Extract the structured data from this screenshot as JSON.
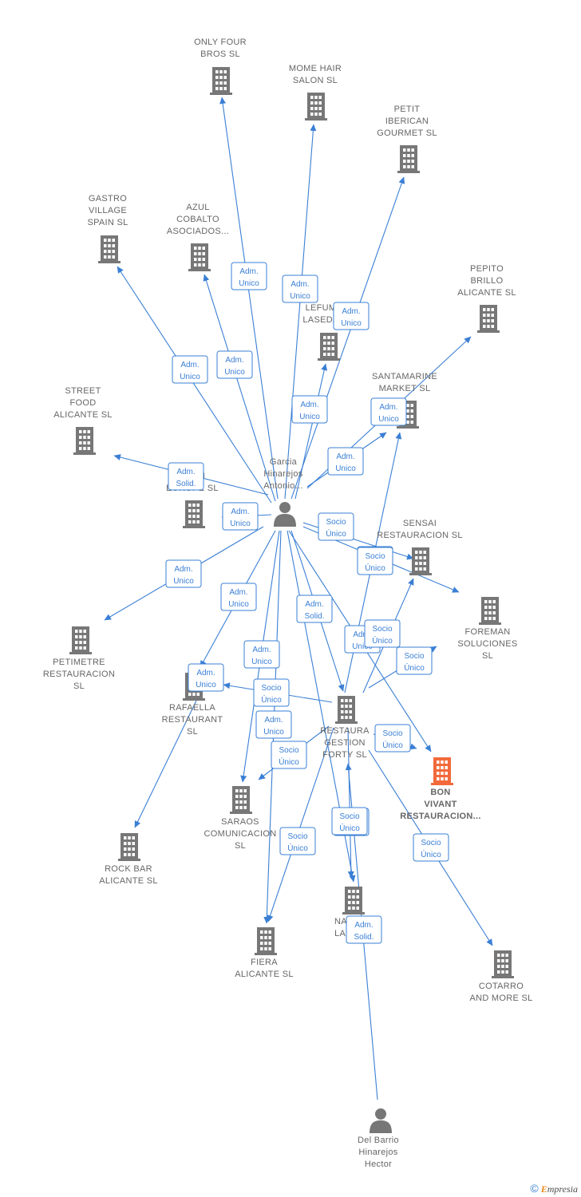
{
  "colors": {
    "edge": "#3a7fd5",
    "node": "#777777",
    "highlight": "#f26a3b",
    "label": "#666666"
  },
  "persons": [
    {
      "id": "garcia",
      "name": "person-garcia-hinarejos",
      "lines": [
        "Garcia",
        "Hinarejos",
        "Antonio..."
      ],
      "icon": "person-icon"
    },
    {
      "id": "delbarrio",
      "name": "person-del-barrio-hinarejos",
      "lines": [
        "Del Barrio",
        "Hinarejos",
        "Hector"
      ],
      "icon": "person-icon"
    }
  ],
  "companies": [
    {
      "id": "onlyfour",
      "name": "company-only-four-bros",
      "lines": [
        "ONLY FOUR",
        "BROS  SL"
      ]
    },
    {
      "id": "mome",
      "name": "company-mome-hair-salon",
      "lines": [
        "MOME HAIR",
        "SALON  SL"
      ]
    },
    {
      "id": "petit",
      "name": "company-petit-iberican-gourmet",
      "lines": [
        "PETIT",
        "IBERICAN",
        "GOURMET SL"
      ]
    },
    {
      "id": "gastro",
      "name": "company-gastro-village-spain",
      "lines": [
        "GASTRO",
        "VILLAGE",
        "SPAIN  SL"
      ]
    },
    {
      "id": "azul",
      "name": "company-azul-cobalto-asociados",
      "lines": [
        "AZUL",
        "COBALTO",
        "ASOCIADOS..."
      ]
    },
    {
      "id": "pepito",
      "name": "company-pepito-brillo-alicante",
      "lines": [
        "PEPITO",
        "BRILLO",
        "ALICANTE  SL"
      ]
    },
    {
      "id": "lefum",
      "name": "company-lefum-laseda",
      "lines": [
        "LEFUM",
        "LASEDA"
      ]
    },
    {
      "id": "santamarine",
      "name": "company-santamarine-market",
      "lines": [
        "SANTAMARINE",
        "MARKET  SL"
      ]
    },
    {
      "id": "streetfood",
      "name": "company-street-food-alicante",
      "lines": [
        "STREET",
        "FOOD",
        "ALICANTE  SL"
      ]
    },
    {
      "id": "gori",
      "name": "company-gori-europe",
      "lines": [
        "G      ORI",
        "EUROPE  SL"
      ]
    },
    {
      "id": "sensai",
      "name": "company-sensai-restauracion",
      "lines": [
        "SENSAI",
        "RESTAURACION SL"
      ]
    },
    {
      "id": "foreman",
      "name": "company-foreman-soluciones",
      "lines": [
        "FOREMAN",
        "SOLUCIONES",
        "SL"
      ]
    },
    {
      "id": "petimetre",
      "name": "company-petimetre-restauracion",
      "lines": [
        "PETIMETRE",
        "RESTAURACION",
        "SL"
      ]
    },
    {
      "id": "rafaella",
      "name": "company-rafaella-restaurant",
      "lines": [
        "RAFAELLA",
        "RESTAURANT",
        "SL"
      ]
    },
    {
      "id": "restaura",
      "name": "company-restaura-gestion-forty",
      "lines": [
        "RESTAURA",
        "GESTION",
        "FORTY SL"
      ]
    },
    {
      "id": "bonvivant",
      "name": "company-bon-vivant-restauracion",
      "lines": [
        "BON",
        "VIVANT",
        "RESTAURACION..."
      ],
      "highlight": true
    },
    {
      "id": "saraos",
      "name": "company-saraos-comunicacion",
      "lines": [
        "SARAOS",
        "COMUNICACION",
        "SL"
      ]
    },
    {
      "id": "rockbar",
      "name": "company-rock-bar-alicante",
      "lines": [
        "ROCK BAR",
        "ALICANTE  SL"
      ]
    },
    {
      "id": "natlas",
      "name": "company-natlas",
      "lines": [
        "NAT",
        "LAS"
      ]
    },
    {
      "id": "fiera",
      "name": "company-fiera-alicante",
      "lines": [
        "FIERA",
        "ALICANTE  SL"
      ]
    },
    {
      "id": "cotarro",
      "name": "company-cotarro-and-more",
      "lines": [
        "COTARRO",
        "AND MORE  SL"
      ]
    }
  ],
  "edges": [
    {
      "from": "garcia",
      "to": "onlyfour",
      "label": [
        "Adm.",
        "Unico"
      ]
    },
    {
      "from": "garcia",
      "to": "mome",
      "label": [
        "Adm.",
        "Unico"
      ]
    },
    {
      "from": "garcia",
      "to": "petit",
      "label": [
        "Adm.",
        "Unico"
      ]
    },
    {
      "from": "garcia",
      "to": "gastro",
      "label": [
        "Adm.",
        "Unico"
      ]
    },
    {
      "from": "garcia",
      "to": "azul",
      "label": [
        "Adm.",
        "Unico"
      ]
    },
    {
      "from": "garcia",
      "to": "pepito",
      "label": [
        "Adm.",
        "Unico"
      ]
    },
    {
      "from": "garcia",
      "to": "lefum",
      "label": [
        "Adm.",
        "Unico"
      ]
    },
    {
      "from": "garcia",
      "to": "santamarine",
      "label": [
        "Adm.",
        "Unico"
      ]
    },
    {
      "from": "garcia",
      "to": "streetfood",
      "label": [
        "Adm.",
        "Solid."
      ]
    },
    {
      "from": "garcia",
      "to": "gori",
      "label": [
        "Adm.",
        "Unico"
      ]
    },
    {
      "from": "garcia",
      "to": "sensai",
      "label": [
        "Socio",
        "Único"
      ]
    },
    {
      "from": "garcia",
      "to": "foreman",
      "label": [
        "Socio",
        "Único"
      ]
    },
    {
      "from": "garcia",
      "to": "petimetre",
      "label": [
        "Adm.",
        "Unico"
      ]
    },
    {
      "from": "garcia",
      "to": "rafaella",
      "label": [
        "Adm.",
        "Unico"
      ]
    },
    {
      "from": "garcia",
      "to": "restaura",
      "label": [
        "Adm.",
        "Solid."
      ]
    },
    {
      "from": "garcia",
      "to": "bonvivant",
      "label": [
        "Adm.",
        "Unico"
      ]
    },
    {
      "from": "garcia",
      "to": "saraos",
      "label": [
        "Adm.",
        "Unico"
      ]
    },
    {
      "from": "garcia",
      "to": "fiera",
      "label": [
        "Adm.",
        "Unico"
      ]
    },
    {
      "from": "garcia",
      "to": "natlas",
      "label": [
        "Socio",
        "Único"
      ]
    },
    {
      "from": "restaura",
      "to": "sensai",
      "label": [
        "Socio",
        "Único"
      ]
    },
    {
      "from": "restaura",
      "to": "foreman",
      "label": [
        "Socio",
        "Único"
      ]
    },
    {
      "from": "restaura",
      "to": "santamarine",
      "label": [
        "Socio",
        "Único"
      ]
    },
    {
      "from": "restaura",
      "to": "rafaella",
      "label": [
        "Socio",
        "Único"
      ]
    },
    {
      "from": "restaura",
      "to": "bonvivant",
      "label": [
        "Socio",
        "Único"
      ]
    },
    {
      "from": "restaura",
      "to": "saraos",
      "label": [
        "Socio",
        "Único"
      ]
    },
    {
      "from": "restaura",
      "to": "fiera",
      "label": [
        "Socio",
        "Único"
      ]
    },
    {
      "from": "restaura",
      "to": "natlas",
      "label": [
        "Socio",
        "Único"
      ]
    },
    {
      "from": "restaura",
      "to": "cotarro",
      "label": [
        "Socio",
        "Único"
      ]
    },
    {
      "from": "rafaella",
      "to": "rockbar",
      "label": [
        "Adm.",
        "Unico"
      ]
    },
    {
      "from": "delbarrio",
      "to": "restaura",
      "label": [
        "Adm.",
        "Solid."
      ]
    }
  ],
  "brand": {
    "copyright": "©",
    "logo_initial": "E",
    "logo_rest": "mpresia"
  }
}
